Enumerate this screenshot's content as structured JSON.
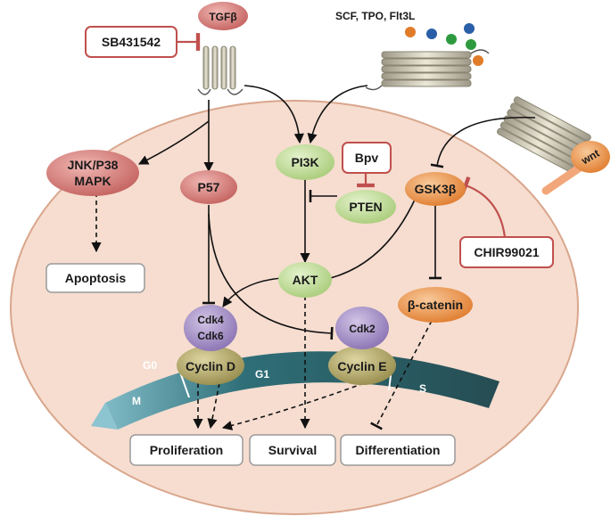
{
  "nodes": {
    "tgfb": "TGFβ",
    "scf": "SCF, TPO, Flt3L",
    "sb": "SB431542",
    "jnk1": "JNK/P38",
    "jnk2": "MAPK",
    "p57": "P57",
    "pi3k": "PI3K",
    "bpv": "Bpv",
    "pten": "PTEN",
    "gsk": "GSK3β",
    "wnt": "wnt",
    "chir": "CHIR99021",
    "akt": "AKT",
    "bcat": "β-catenin",
    "apoptosis": "Apoptosis",
    "cdk4": "Cdk4",
    "cdk6": "Cdk6",
    "cycd": "Cyclin D",
    "cdk2": "Cdk2",
    "cyce": "Cyclin E"
  },
  "cycle": {
    "g0": "G0",
    "g1": "G1",
    "m": "M",
    "s": "S"
  },
  "outcomes": {
    "proliferation": "Proliferation",
    "survival": "Survival",
    "differentiation": "Differentiation"
  },
  "colors": {
    "cell_fill": "#f6ddd0",
    "cell_stroke": "#d9a68c",
    "pink_node": "#d9827f",
    "green_node": "#c5df9f",
    "orange_node": "#f0a05c",
    "purple_node": "#a993c9",
    "olive_node": "#b8ad6c",
    "inhibitor_red": "#c0504d",
    "receptor": "#d8d3c0",
    "cycle_band": "#2f6066",
    "cycle_m": "#8cc4d0"
  }
}
